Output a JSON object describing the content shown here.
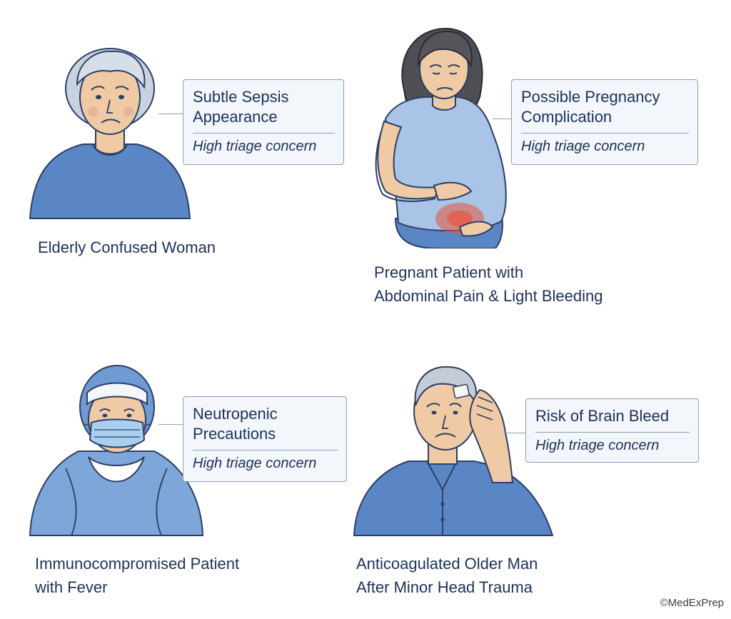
{
  "cases": [
    {
      "caption": "Elderly Confused Woman",
      "callout_title": "Subtle Sepsis\nAppearance",
      "callout_sub": "High triage concern"
    },
    {
      "caption": "Pregnant Patient with\nAbdominal Pain & Light Bleeding",
      "callout_title": "Possible Pregnancy\nComplication",
      "callout_sub": "High triage concern"
    },
    {
      "caption": "Immunocompromised Patient\nwith Fever",
      "callout_title": "Neutropenic\nPrecautions",
      "callout_sub": "High triage concern"
    },
    {
      "caption": "Anticoagulated Older Man\nAfter Minor Head Trauma",
      "callout_title": "Risk of Brain Bleed",
      "callout_sub": "High triage concern"
    }
  ],
  "copyright": "©MedExPrep",
  "colors": {
    "navy_text": "#1c3159",
    "callout_bg": "#f3f6fb",
    "callout_border": "#8e9fba",
    "shirt_blue": "#5b86c5",
    "shirt_light": "#a9c4e6",
    "skin": "#f0c9a5",
    "pain_red": "#e8553a"
  }
}
